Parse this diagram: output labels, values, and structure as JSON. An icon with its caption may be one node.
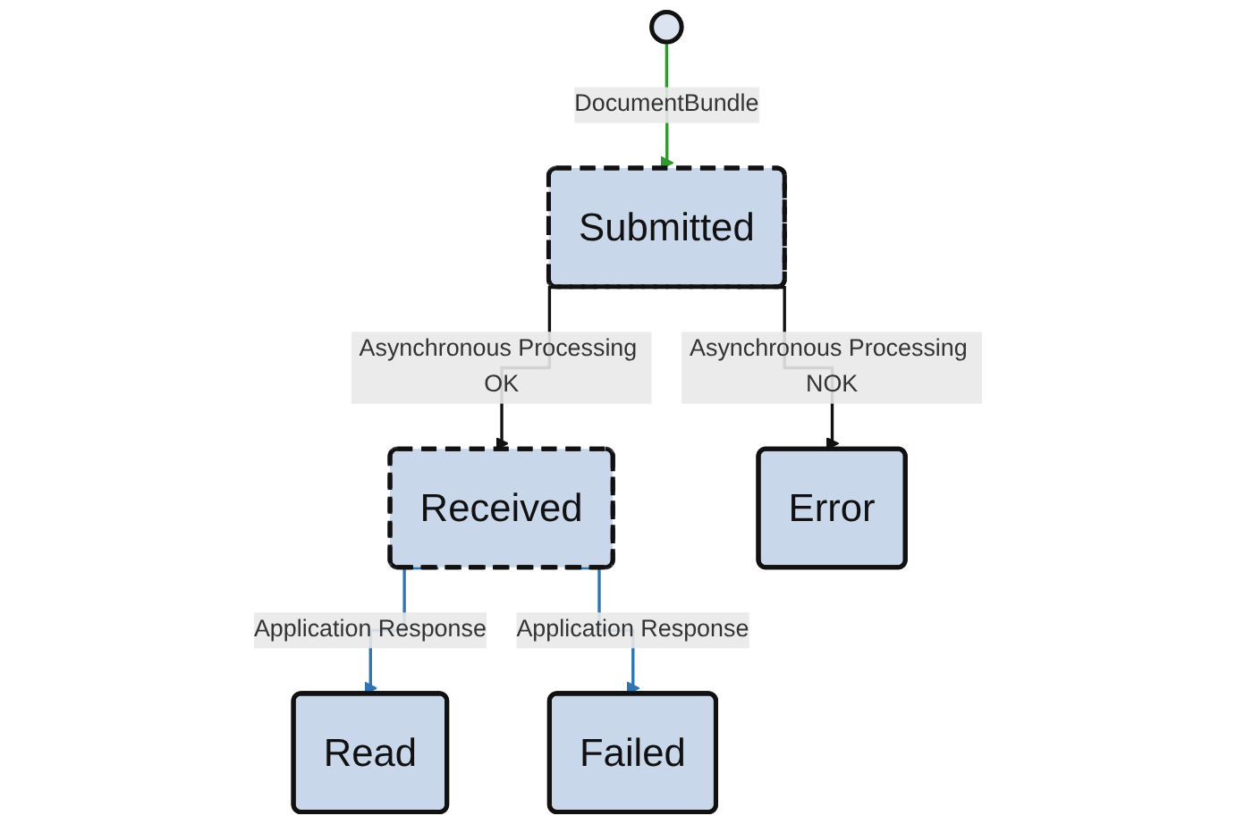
{
  "diagram": {
    "nodes": [
      {
        "text": [],
        "shape": "circle"
      },
      {
        "text": [
          "Submitted"
        ]
      },
      {
        "text": [
          "Received"
        ]
      },
      {
        "text": [
          "Error"
        ]
      },
      {
        "text": [
          "Read"
        ]
      },
      {
        "text": [
          "Failed"
        ]
      }
    ],
    "edges": [
      {
        "from": 0,
        "to": 1,
        "arrow": "to",
        "label": "DocumentBundle",
        "color": "#2e9a2e"
      },
      {
        "from": 1,
        "to": 2,
        "arrow": "to",
        "label": "Asynchronous Processing OK"
      },
      {
        "from": 1,
        "to": 3,
        "arrow": "to",
        "label": "Asynchronous Processing NOK"
      },
      {
        "from": 2,
        "to": 4,
        "arrow": "to",
        "label": "Application Response",
        "color": "#2e75b6"
      },
      {
        "from": 2,
        "to": 5,
        "arrow": "to",
        "label": "Application Response",
        "color": "#2e75b6"
      }
    ]
  }
}
